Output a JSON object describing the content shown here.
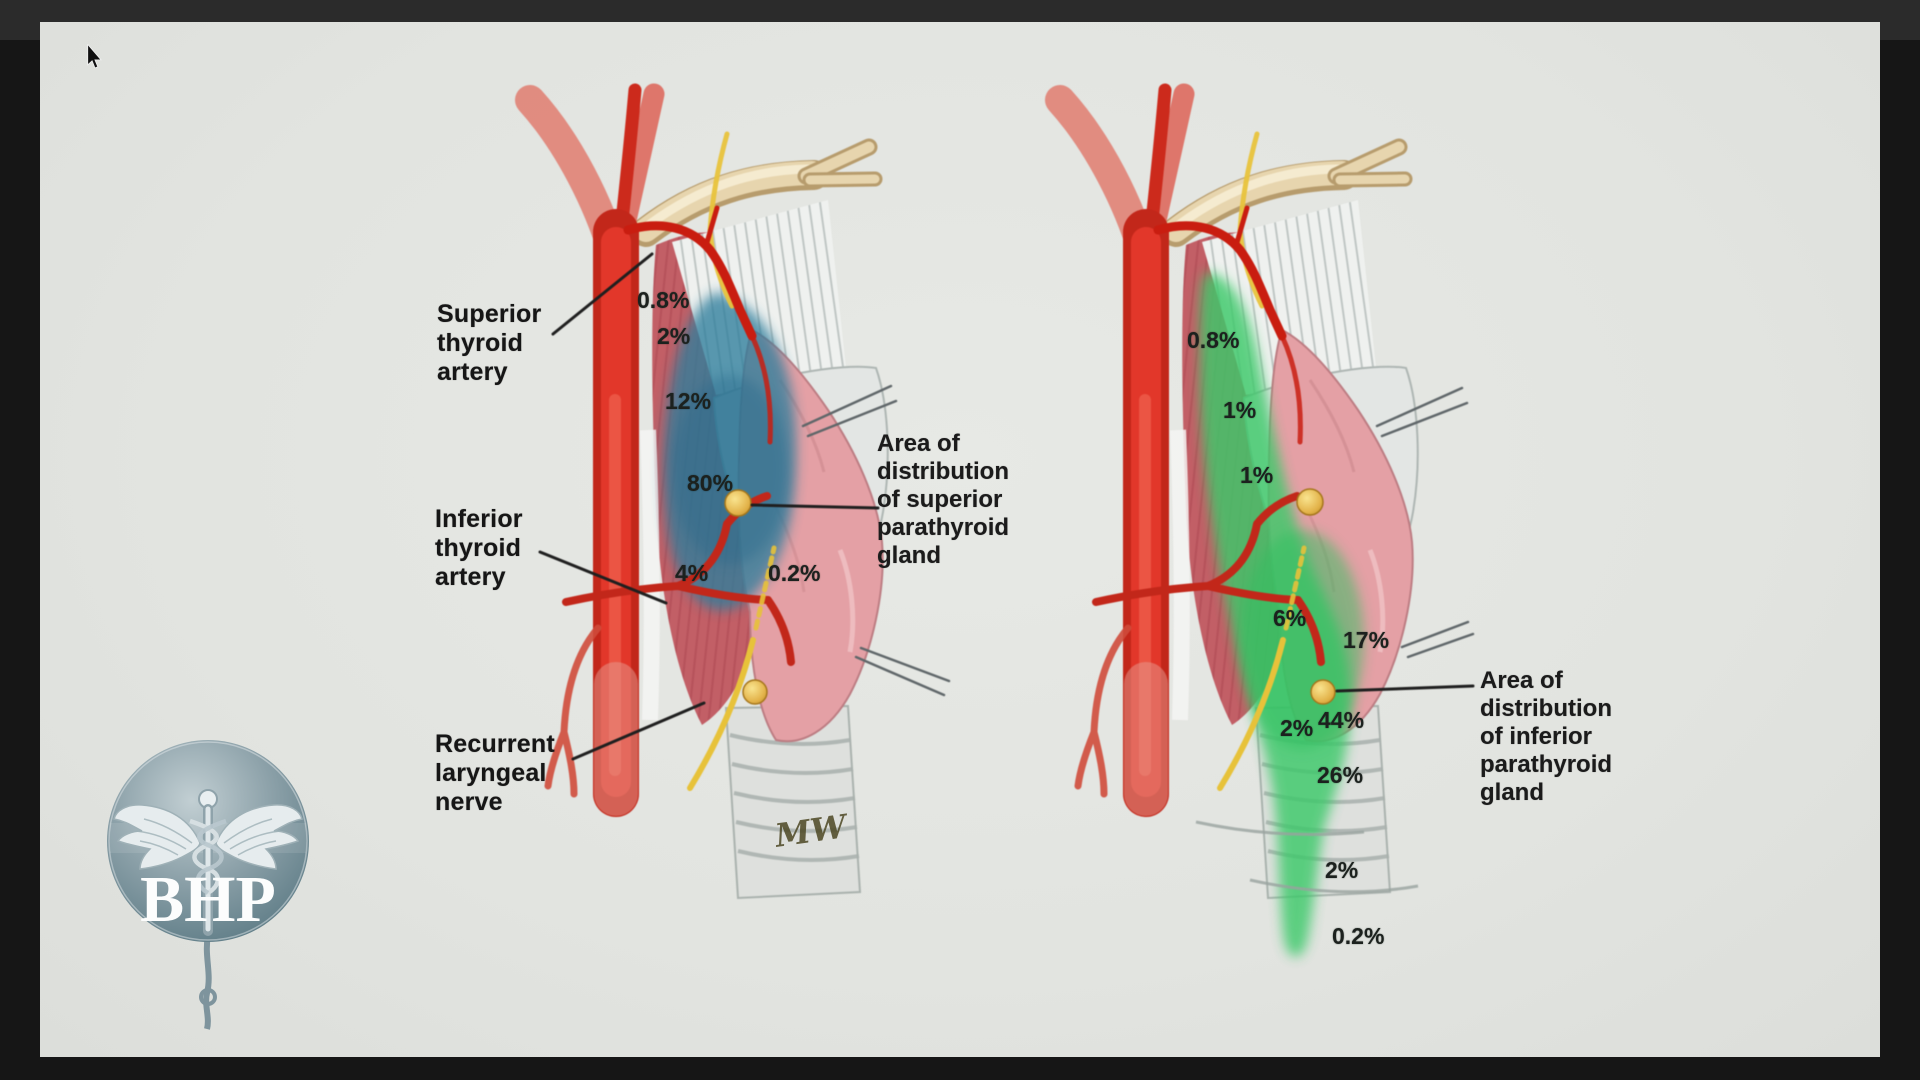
{
  "slide": {
    "figures": {
      "left": {
        "name": "superior parathyroid gland distribution figure",
        "highlight_color": "#2f7e9c",
        "labels": {
          "superior_thyroid_artery": "Superior\nthyroid\nartery",
          "inferior_thyroid_artery": "Inferior\nthyroid\nartery",
          "recurrent_laryngeal_nerve": "Recurrent\nlaryngeal\nnerve"
        },
        "annotation": "Area of\ndistribution\nof superior\nparathyroid\ngland",
        "percentages": [
          "0.8%",
          "2%",
          "12%",
          "80%",
          "4%",
          "0.2%"
        ]
      },
      "right": {
        "name": "inferior parathyroid gland distribution figure",
        "highlight_color": "#3cc96b",
        "annotation": "Area of\ndistribution\nof inferior\nparathyroid\ngland",
        "percentages": [
          "0.8%",
          "1%",
          "1%",
          "6%",
          "17%",
          "2%",
          "44%",
          "26%",
          "2%",
          "0.2%"
        ]
      }
    },
    "signature": "MW"
  },
  "logo": {
    "text": "BHP"
  }
}
